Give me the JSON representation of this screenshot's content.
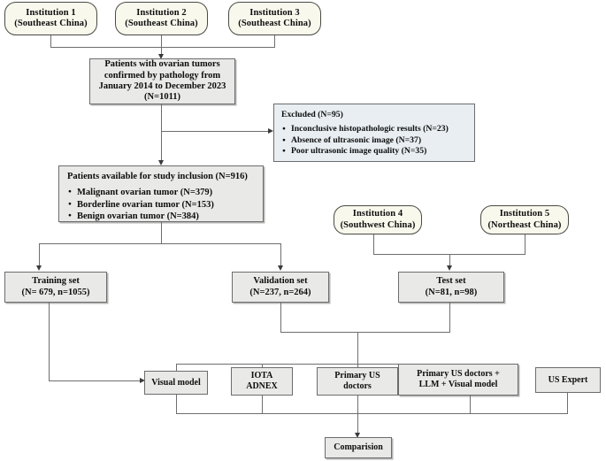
{
  "figure": {
    "type": "study-flowchart",
    "title": "Ovarian tumor study participant flow diagram"
  },
  "sources": {
    "institution_1": {
      "name": "Institution 1",
      "region": "(Southeast China)"
    },
    "institution_2": {
      "name": "Institution 2",
      "region": "(Southeast China)"
    },
    "institution_3": {
      "name": "Institution 3",
      "region": "(Southeast China)"
    },
    "institution_4": {
      "name": "Institution 4",
      "region": "(Southwest China)"
    },
    "institution_5": {
      "name": "Institution 5",
      "region": "(Northeast China)"
    }
  },
  "enrolled": {
    "line1": "Patients with ovarian tumors",
    "line2": "confirmed by pathology from",
    "line3": "January 2014 to December 2023",
    "line4": "(N=1011)"
  },
  "excluded": {
    "title": "Excluded (N=95)",
    "reasons": [
      "Inconclusive histopathologic results (N=23)",
      "Absence of ultrasonic image (N=37)",
      "Poor ultrasonic image quality (N=35)"
    ]
  },
  "available": {
    "title": "Patients available for study inclusion (N=916)",
    "breakdown": [
      "Malignant ovarian tumor (N=379)",
      "Borderline ovarian tumor (N=153)",
      "Benign ovarian tumor (N=384)"
    ]
  },
  "cohorts": {
    "training": {
      "label": "Training set",
      "counts": "(N= 679, n=1055)"
    },
    "validation": {
      "label": "Validation set",
      "counts": "(N=237, n=264)"
    },
    "test": {
      "label": "Test set",
      "counts": "(N=81, n=98)"
    }
  },
  "evaluators": [
    {
      "id": "visual-model",
      "line1": "Visual model",
      "line2": ""
    },
    {
      "id": "iota-adnex",
      "line1": "IOTA",
      "line2": "ADNEX"
    },
    {
      "id": "primary-us-doctors",
      "line1": "Primary US",
      "line2": "doctors"
    },
    {
      "id": "primary-llm-visual",
      "line1": "Primary US doctors +",
      "line2": "LLM + Visual model"
    },
    {
      "id": "us-expert",
      "line1": "US Expert",
      "line2": ""
    }
  ],
  "outcome": {
    "label": "Comparision"
  },
  "colors": {
    "institution_fill": "#f8f8ed",
    "process_fill": "#e9e9e7",
    "excluded_fill": "#e8eef2",
    "border": "#6c6c6c",
    "connector": "#6e6e6e"
  }
}
